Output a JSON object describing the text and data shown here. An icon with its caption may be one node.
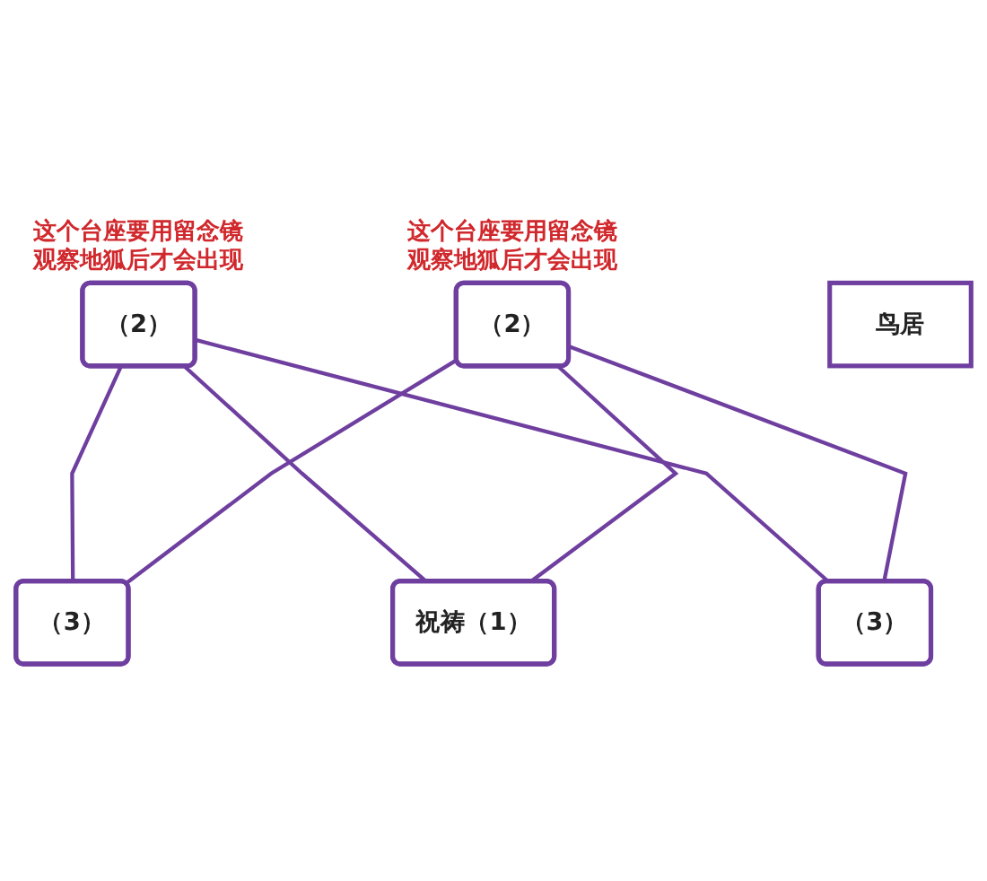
{
  "diagram": {
    "nodes": [
      {
        "text": [
          "（2）"
        ],
        "beside": [
          "这个台座要用留念镜观察地狐后才会出现"
        ]
      },
      {
        "text": [
          "（2）"
        ],
        "beside": [
          "这个台座要用留念镜观察地狐后才会出现"
        ]
      },
      {
        "text": [
          "鸟居"
        ]
      },
      {
        "text": [
          "（3）"
        ]
      },
      {
        "text": [
          "（3）"
        ]
      },
      {
        "text": [
          "祝祷（1）"
        ]
      }
    ],
    "edges": [
      {
        "from": 0,
        "to": 3,
        "arrow": "none"
      },
      {
        "from": 0,
        "to": 5,
        "arrow": "none"
      },
      {
        "from": 0,
        "to": 4,
        "arrow": "none"
      },
      {
        "from": 1,
        "to": 3,
        "arrow": "none"
      },
      {
        "from": 1,
        "to": 5,
        "arrow": "none"
      },
      {
        "from": 1,
        "to": 4,
        "arrow": "none"
      }
    ]
  }
}
